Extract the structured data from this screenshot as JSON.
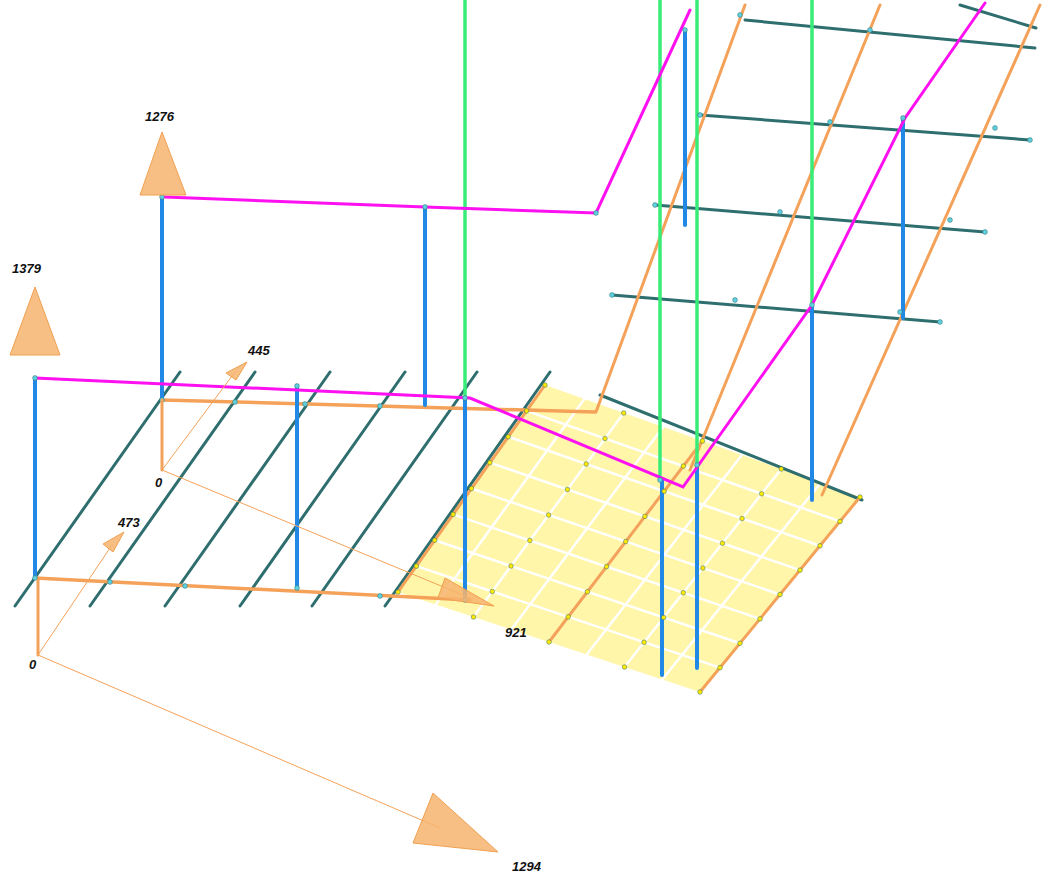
{
  "diagram": {
    "labels": [
      "1276",
      "1379",
      "445",
      "0",
      "473",
      "0",
      "921",
      "1294"
    ]
  }
}
